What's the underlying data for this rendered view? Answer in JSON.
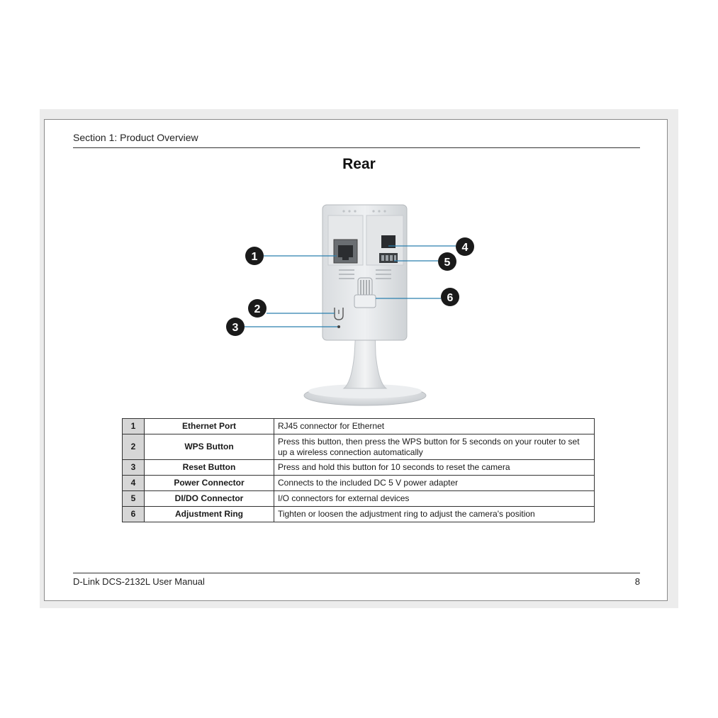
{
  "section": "Section 1: Product Overview",
  "heading": "Rear",
  "callouts": [
    "1",
    "2",
    "3",
    "4",
    "5",
    "6"
  ],
  "rows": [
    {
      "num": "1",
      "name": "Ethernet Port",
      "desc": "RJ45 connector for Ethernet"
    },
    {
      "num": "2",
      "name": "WPS Button",
      "desc": "Press this button, then press the WPS button for 5 seconds on your router to set up a wireless connection automatically"
    },
    {
      "num": "3",
      "name": "Reset Button",
      "desc": "Press and hold this button for 10 seconds to reset the camera"
    },
    {
      "num": "4",
      "name": "Power Connector",
      "desc": "Connects to the included DC 5 V power adapter"
    },
    {
      "num": "5",
      "name": "DI/DO Connector",
      "desc": "I/O connectors for external devices"
    },
    {
      "num": "6",
      "name": "Adjustment Ring",
      "desc": "Tighten or loosen the adjustment ring to adjust the camera's position"
    }
  ],
  "footer": {
    "manual": "D-Link DCS-2132L User Manual",
    "page": "8"
  },
  "colors": {
    "callout_line": "#2a7fae",
    "callout_circle": "#1a1a1a",
    "number_cell": "#d6d6d6"
  }
}
